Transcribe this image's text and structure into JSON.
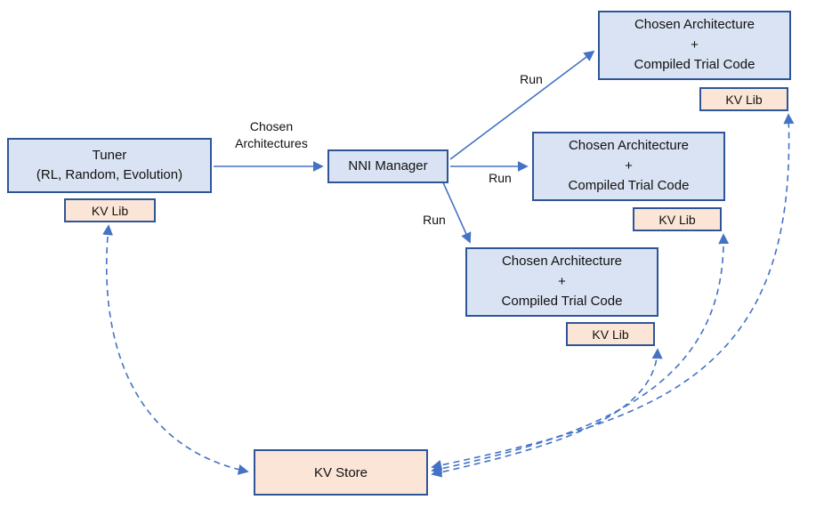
{
  "diagram": {
    "tuner": {
      "title": "Tuner",
      "subtitle": "(RL, Random, Evolution)"
    },
    "tuner_kv_lib": "KV Lib",
    "nni_manager": "NNI Manager",
    "trials": [
      {
        "line1": "Chosen Architecture",
        "plus": "+",
        "line3": "Compiled Trial Code",
        "kv_lib": "KV Lib"
      },
      {
        "line1": "Chosen Architecture",
        "plus": "+",
        "line3": "Compiled Trial Code",
        "kv_lib": "KV Lib"
      },
      {
        "line1": "Chosen Architecture",
        "plus": "+",
        "line3": "Compiled Trial Code",
        "kv_lib": "KV Lib"
      }
    ],
    "kv_store": "KV Store",
    "labels": {
      "chosen_line1": "Chosen",
      "chosen_line2": "Architectures",
      "run": [
        "Run",
        "Run",
        "Run"
      ]
    },
    "colors": {
      "node_fill": "#dae3f3",
      "kv_fill": "#fbe5d6",
      "border": "#2f5597",
      "arrow": "#4472c4"
    }
  }
}
